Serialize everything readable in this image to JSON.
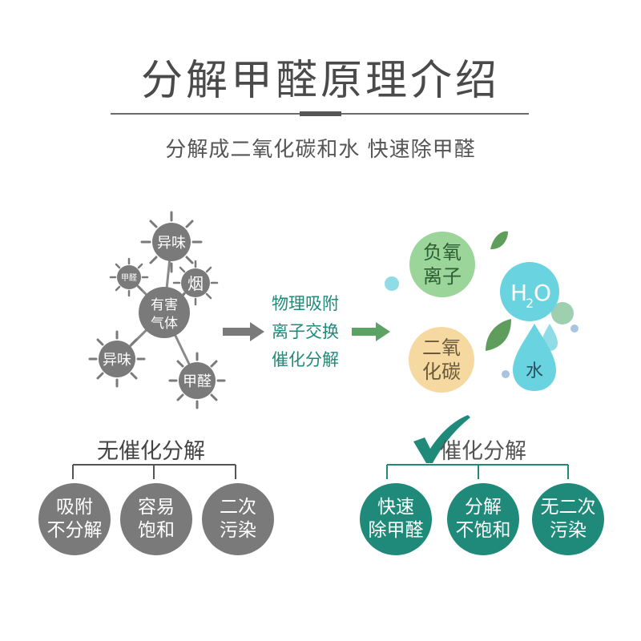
{
  "title": "分解甲醛原理介绍",
  "subtitle": "分解成二氧化碳和水  快速除甲醛",
  "molecules": [
    {
      "id": "m1",
      "label": "异味"
    },
    {
      "id": "m2",
      "label": "甲醛"
    },
    {
      "id": "m3",
      "label": "烟"
    },
    {
      "id": "m4",
      "label_line1": "有害",
      "label_line2": "气体"
    },
    {
      "id": "m5",
      "label": "异味"
    },
    {
      "id": "m6",
      "label": "甲醛"
    }
  ],
  "process_lines": [
    "物理吸附",
    "离子交换",
    "催化分解"
  ],
  "products": {
    "anion": {
      "line1": "负氧",
      "line2": "离子"
    },
    "co2": {
      "line1": "二氧",
      "line2": "化碳"
    },
    "h2o": {
      "h": "H",
      "sub": "2",
      "o": "O"
    },
    "water": "水"
  },
  "left_branch": {
    "heading": "无催化分解",
    "items": [
      {
        "line1": "吸附",
        "line2": "不分解"
      },
      {
        "line1": "容易",
        "line2": "饱和"
      },
      {
        "line1": "二次",
        "line2": "污染"
      }
    ]
  },
  "right_branch": {
    "heading": "催化分解",
    "items": [
      {
        "line1": "快速",
        "line2": "除甲醛"
      },
      {
        "line1": "分解",
        "line2": "不饱和"
      },
      {
        "line1": "无二次",
        "line2": "污染"
      }
    ]
  },
  "colors": {
    "molecule_gray": "#7a7a7a",
    "teal": "#1f8a7a",
    "green_arrow": "#5aa364",
    "anion_green": "#9bd59a",
    "co2_yellow": "#f6d9a0",
    "h2o_cyan": "#6ad3e0",
    "leaf_green": "#5e9d5c"
  }
}
